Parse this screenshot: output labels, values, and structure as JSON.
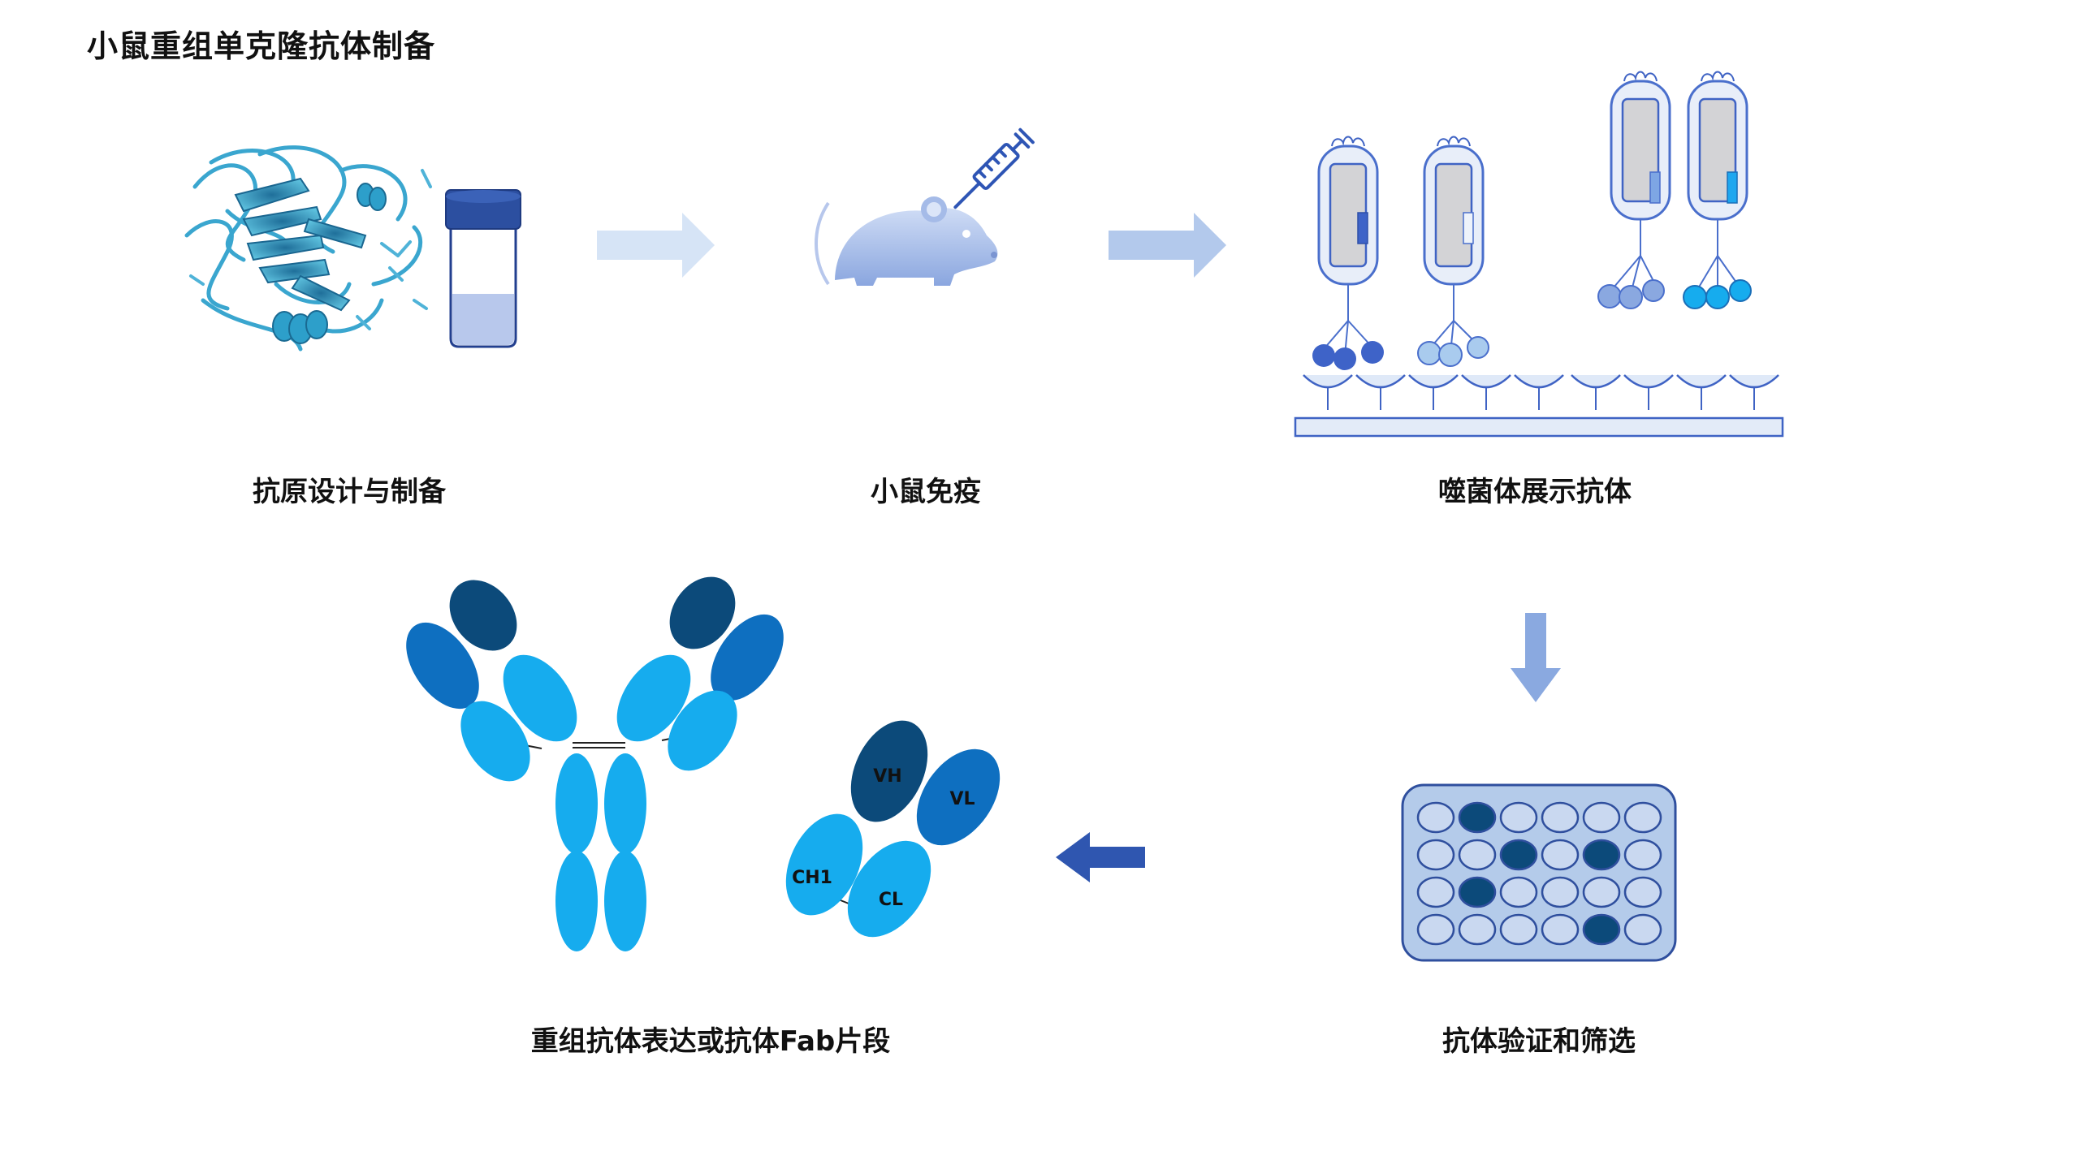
{
  "title": "小鼠重组单克隆抗体制备",
  "steps": [
    {
      "id": "antigen",
      "label": "抗原设计与制备"
    },
    {
      "id": "immunize",
      "label": "小鼠免疫"
    },
    {
      "id": "phage",
      "label": "噬菌体展示抗体"
    },
    {
      "id": "screen",
      "label": "抗体验证和筛选"
    },
    {
      "id": "express",
      "label": "重组抗体表达或抗体Fab片段"
    }
  ],
  "fab_domains": {
    "vh": "VH",
    "vl": "VL",
    "ch1": "CH1",
    "cl": "CL"
  },
  "icons": [
    "protein-structure-icon",
    "vial-icon",
    "mouse-icon",
    "syringe-icon",
    "phage-icon",
    "well-plate-icon",
    "antibody-icon",
    "fab-fragment-icon",
    "arrow-icon"
  ],
  "colors": {
    "dark_blue": "#0c4a7a",
    "mid_blue": "#0e6fc0",
    "light_blue": "#16acee",
    "plate_fill": "#b4cbea",
    "arrow_light": "#cfe0f5",
    "arrow_dark": "#2f56b0",
    "phage_blue": "#4a72c9",
    "phage_pale": "#a9cbee"
  }
}
